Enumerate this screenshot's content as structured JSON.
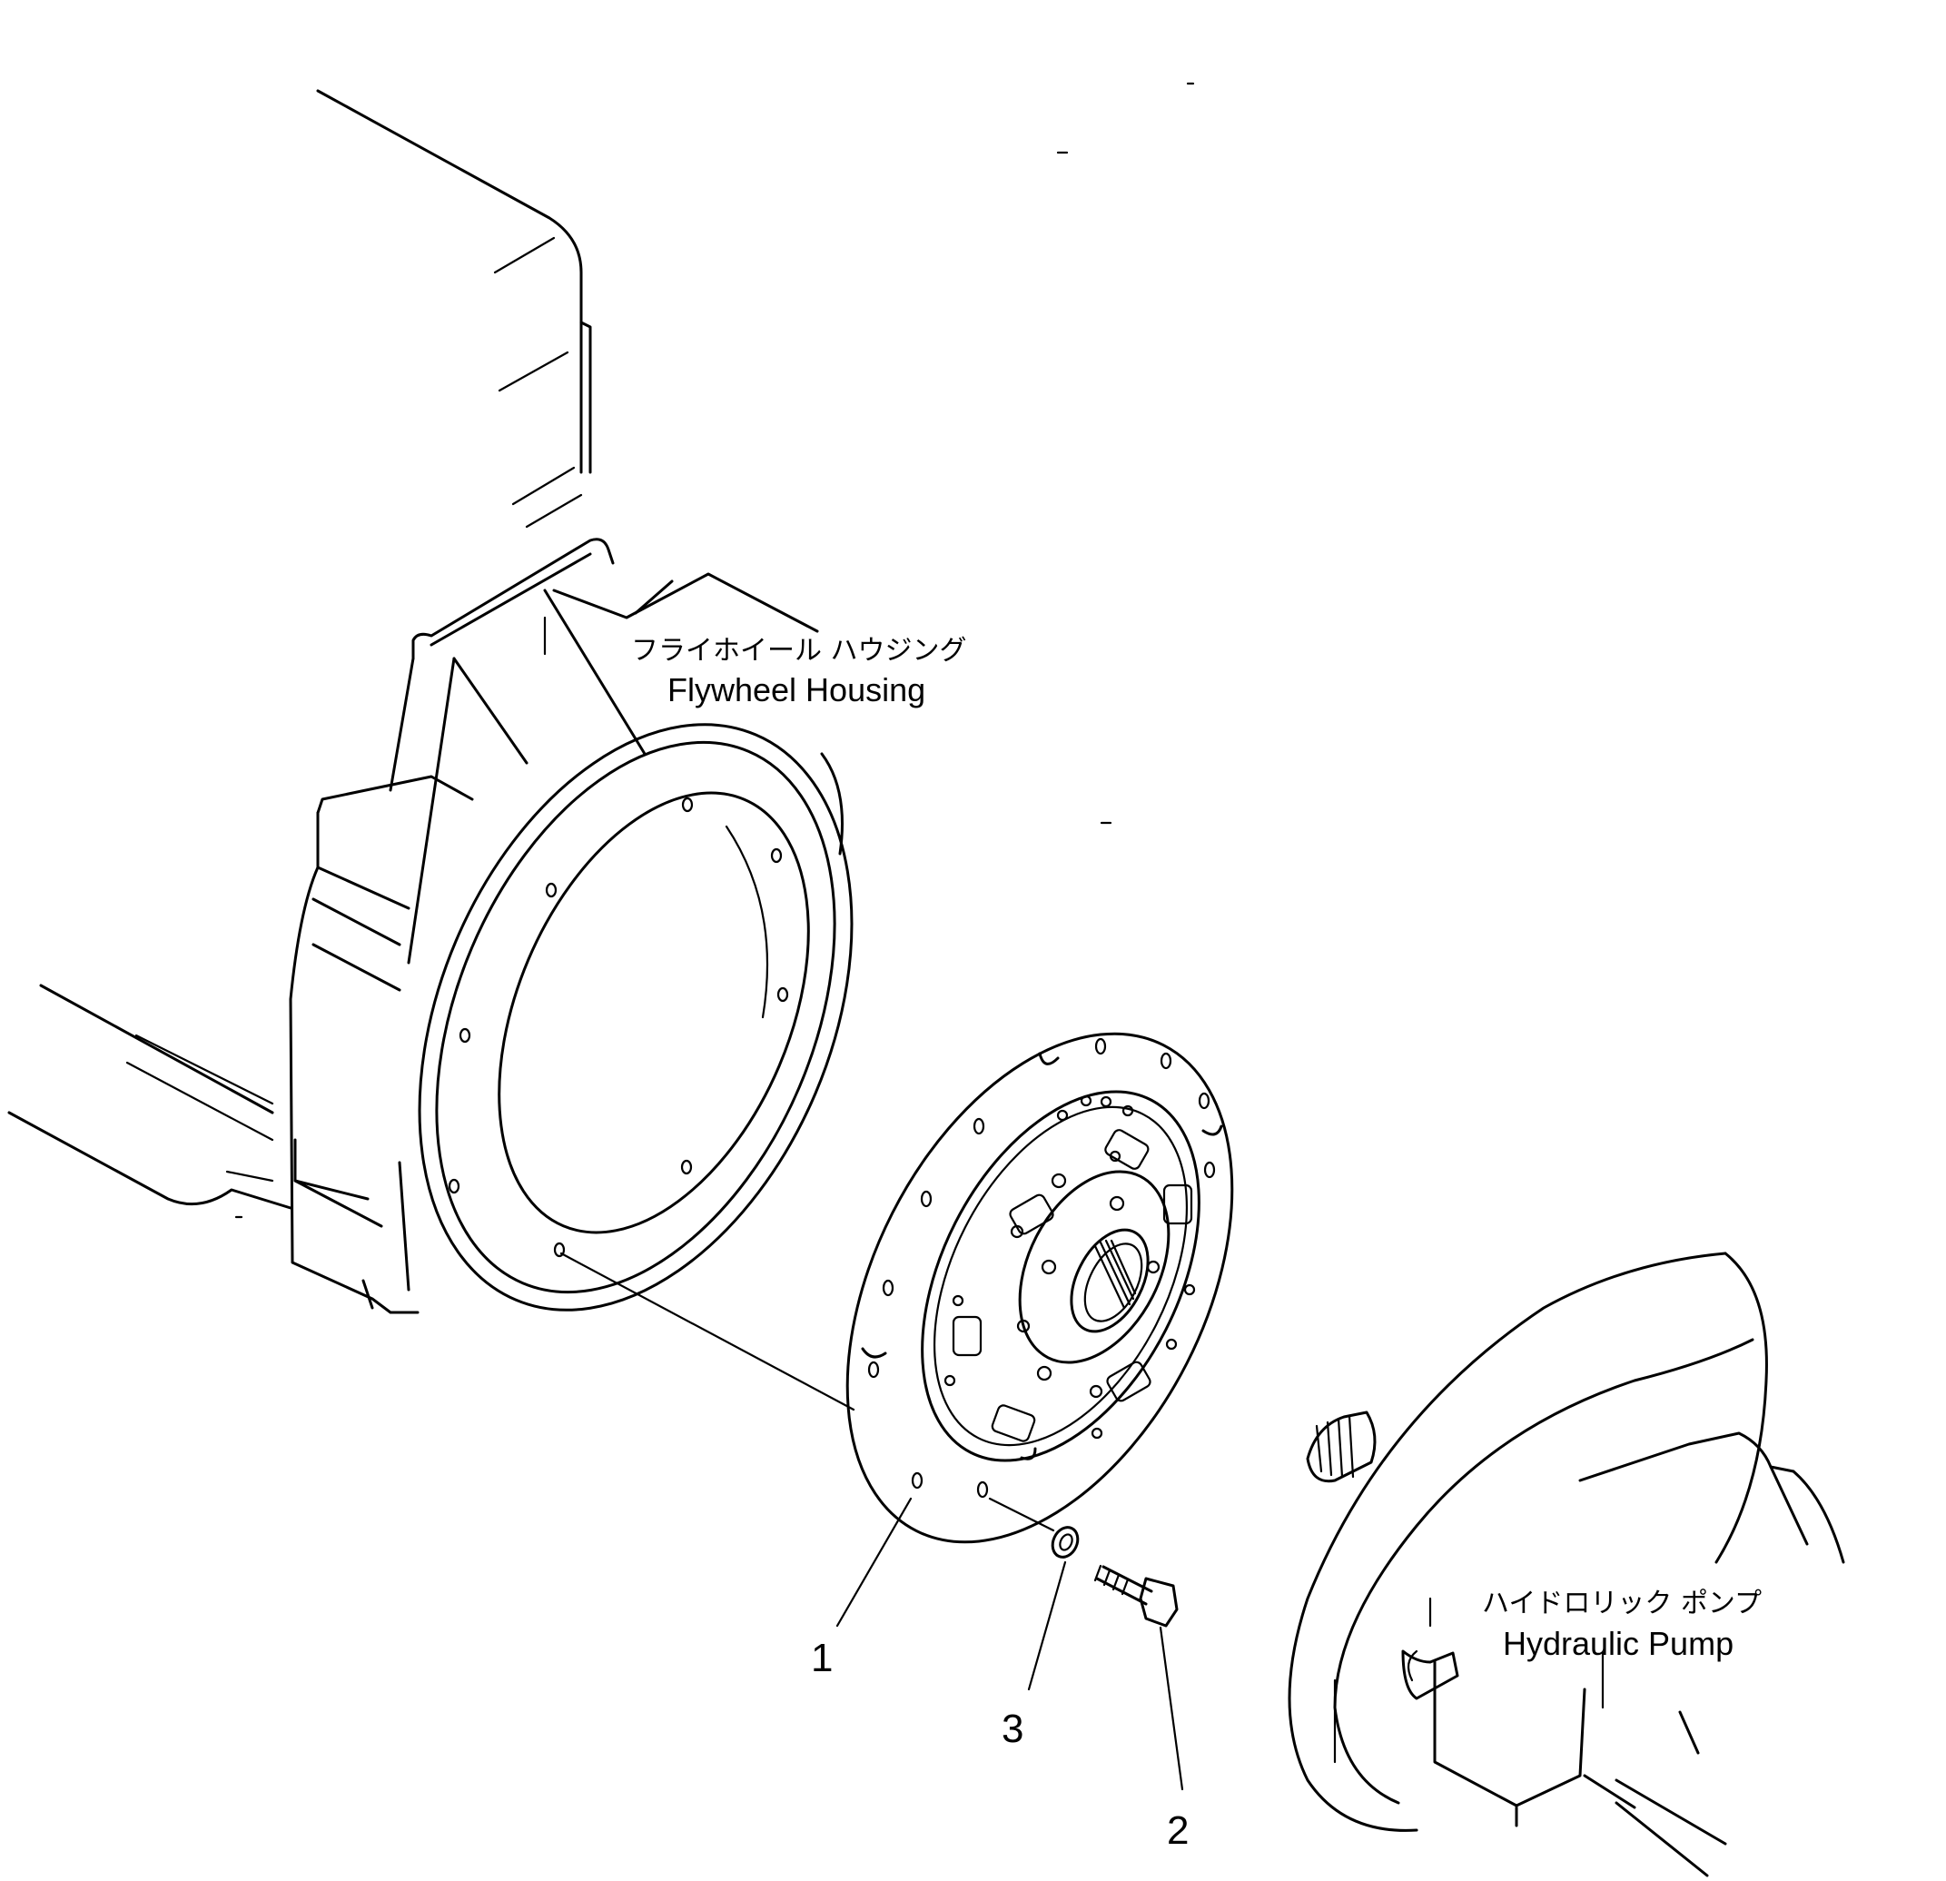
{
  "labels": {
    "flywheel_housing": {
      "jp": "フライホイール ハウジング",
      "en": "Flywheel Housing"
    },
    "hydraulic_pump": {
      "jp": "ハイドロリック ポンプ",
      "en": "Hydraulic Pump"
    }
  },
  "callouts": [
    {
      "number": "1"
    },
    {
      "number": "2"
    },
    {
      "number": "3"
    }
  ]
}
